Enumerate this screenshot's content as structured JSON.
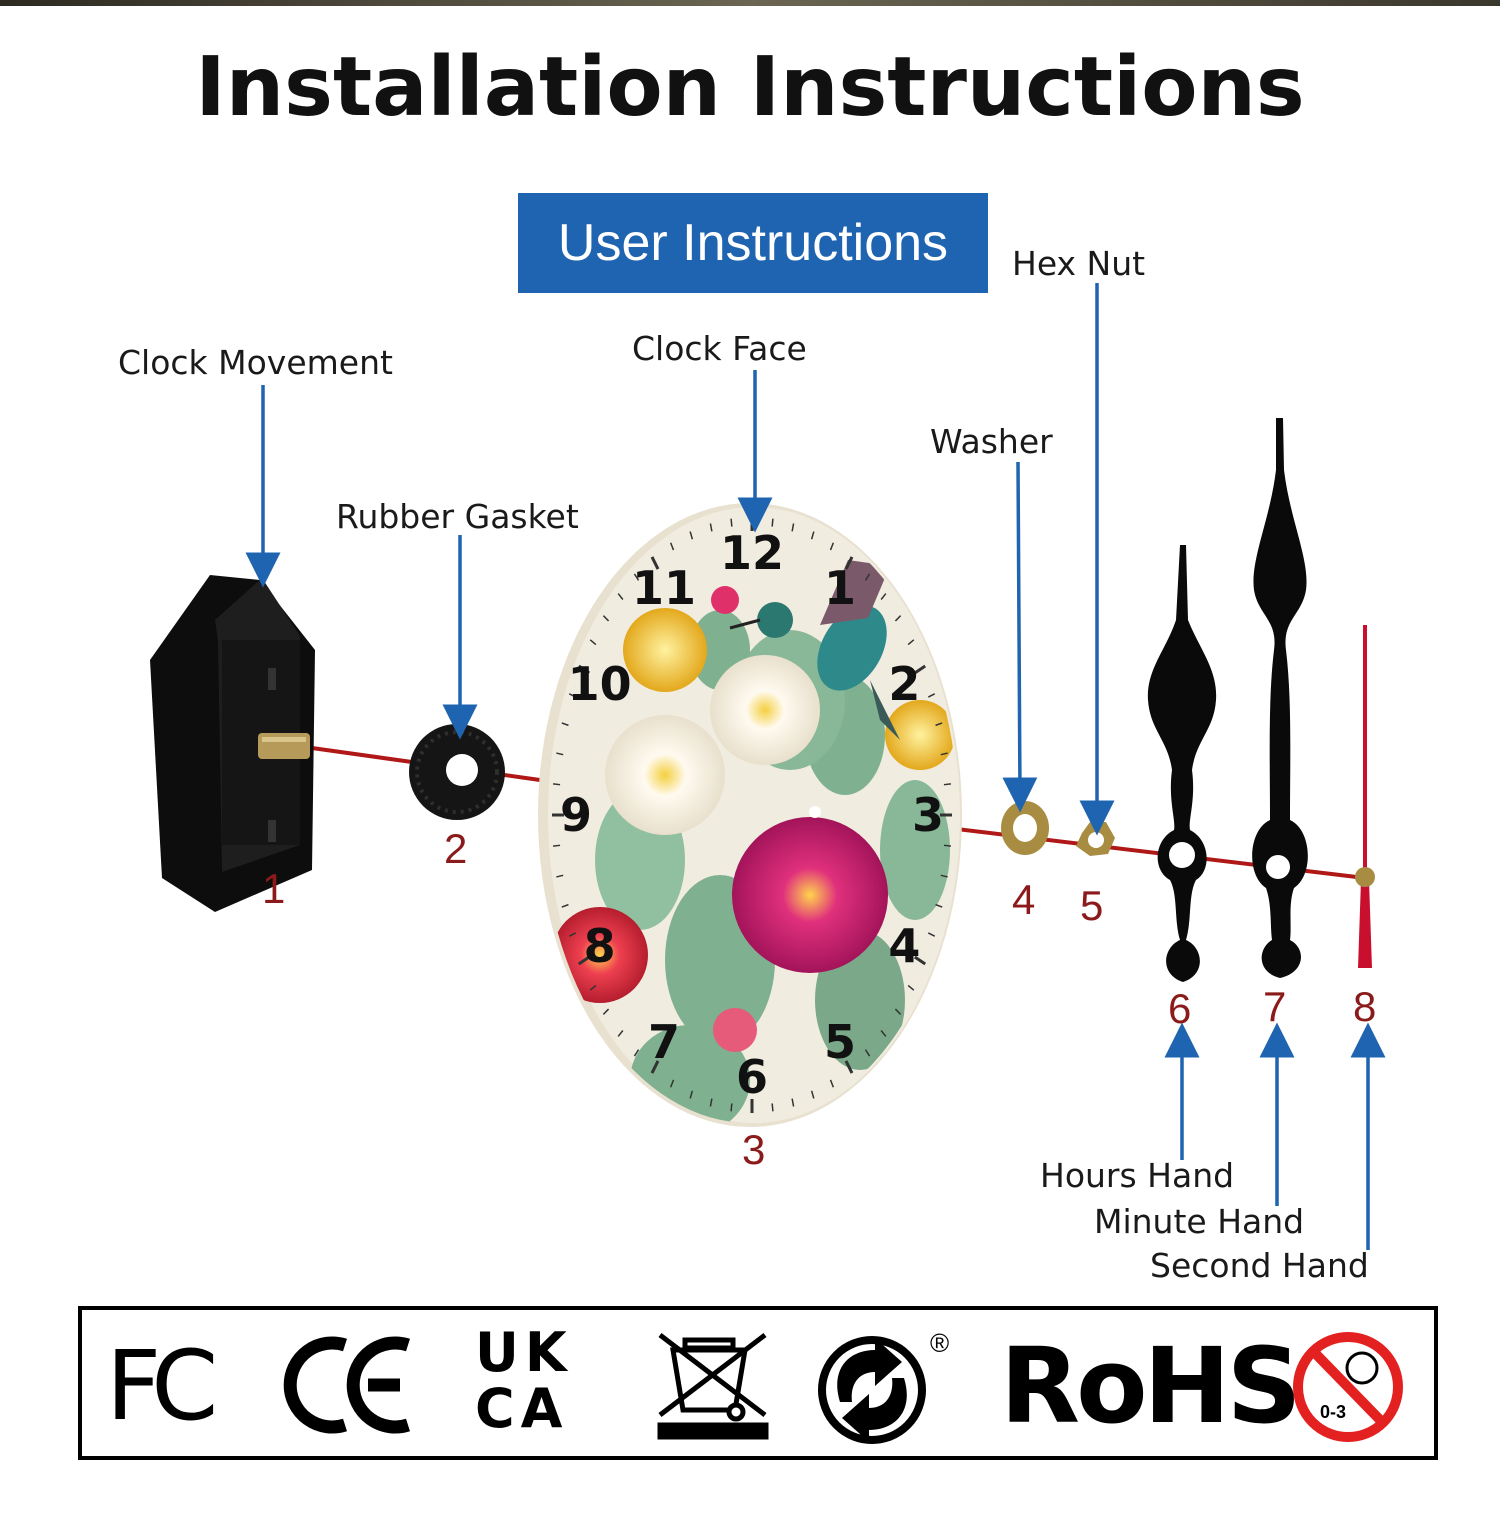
{
  "title": "Installation Instructions",
  "subtitle": "User Instructions",
  "labels": {
    "clock_movement": "Clock Movement",
    "rubber_gasket": "Rubber Gasket",
    "clock_face": "Clock Face",
    "washer": "Washer",
    "hex_nut": "Hex Nut",
    "hours_hand": "Hours Hand",
    "minute_hand": "Minute Hand",
    "second_hand": "Second Hand"
  },
  "numbers": {
    "n1": "1",
    "n2": "2",
    "n3": "3",
    "n4": "4",
    "n5": "5",
    "n6": "6",
    "n7": "7",
    "n8": "8"
  },
  "dial_numbers": [
    "12",
    "1",
    "2",
    "3",
    "4",
    "5",
    "6",
    "7",
    "8",
    "9",
    "10",
    "11"
  ],
  "certifications": {
    "fc": "FC",
    "ce": "CE",
    "ukca_top": "UK",
    "ukca_bottom": "CA",
    "rohs": "RoHS",
    "age_warning": "0-3",
    "registered": "®"
  },
  "colors": {
    "arrow_blue": "#1f64b0",
    "number_red": "#8b1a1a",
    "axis_red": "#b01818",
    "second_hand_red": "#c8102e"
  },
  "icons": [
    "weee-bin-icon",
    "green-dot-icon",
    "no-children-0-3-icon"
  ]
}
